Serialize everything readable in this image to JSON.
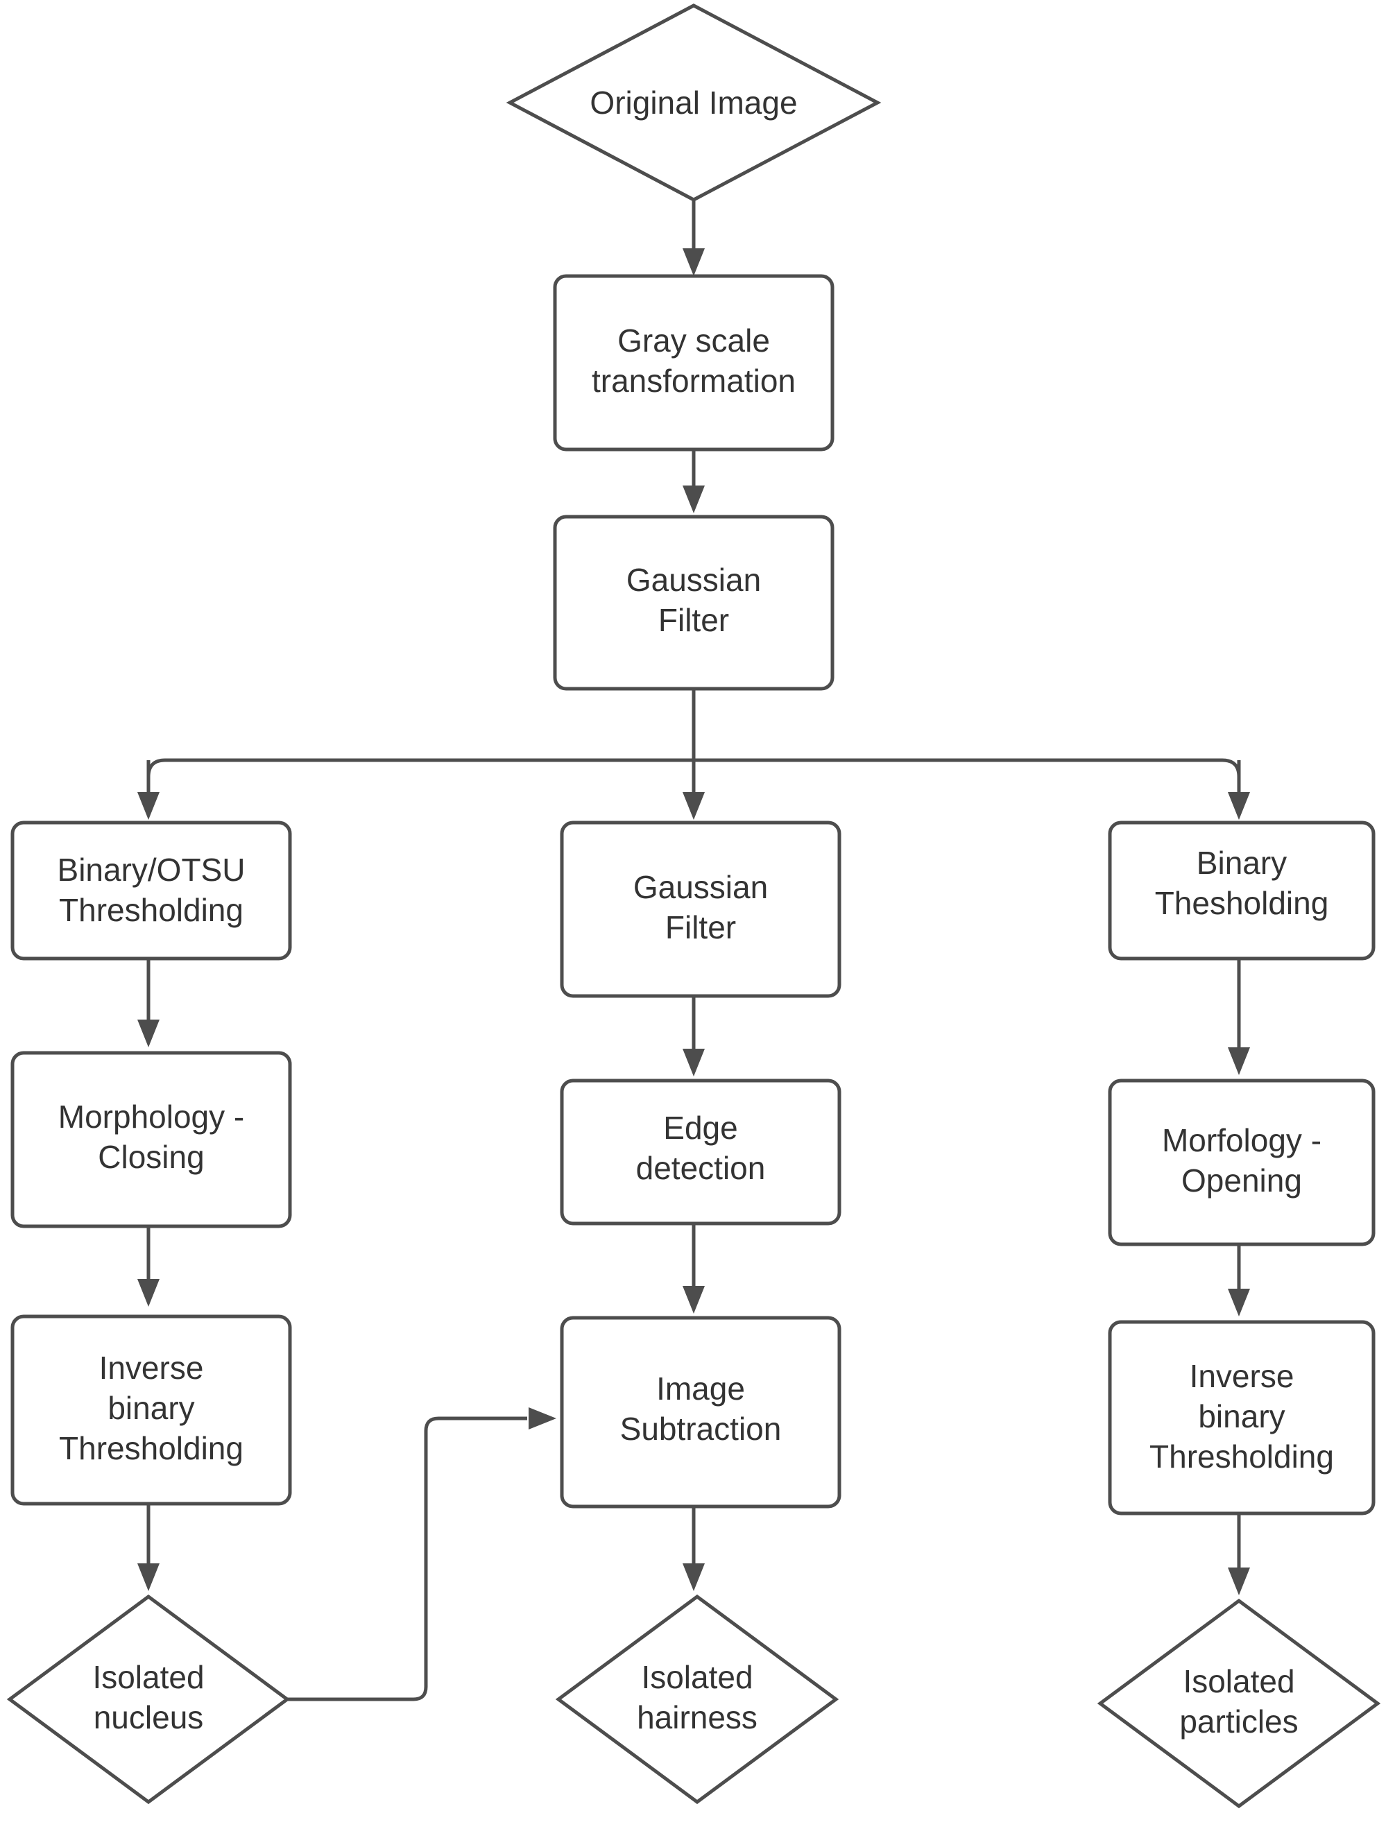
{
  "diagram": {
    "title": "Image processing pipeline flowchart",
    "colors": {
      "stroke": "#4d4d4d",
      "text": "#333333",
      "background": "#ffffff"
    },
    "nodes": {
      "original_image": {
        "label": "Original Image",
        "shape": "diamond"
      },
      "gray_scale": {
        "line1": "Gray scale",
        "line2": "transformation",
        "shape": "rect"
      },
      "gaussian_filter_main": {
        "line1": "Gaussian",
        "line2": "Filter",
        "shape": "rect"
      },
      "binary_otsu": {
        "line1": "Binary/OTSU",
        "line2": "Thresholding",
        "shape": "rect"
      },
      "gaussian_filter_mid": {
        "line1": "Gaussian",
        "line2": "Filter",
        "shape": "rect"
      },
      "binary_thresholding": {
        "line1": "Binary",
        "line2": "Thesholding",
        "shape": "rect"
      },
      "morphology_closing": {
        "line1": "Morphology -",
        "line2": "Closing",
        "shape": "rect"
      },
      "edge_detection": {
        "line1": "Edge",
        "line2": "detection",
        "shape": "rect"
      },
      "morfology_opening": {
        "line1": "Morfology -",
        "line2": "Opening",
        "shape": "rect"
      },
      "inverse_binary_left": {
        "line1": "Inverse",
        "line2": "binary",
        "line3": "Thresholding",
        "shape": "rect"
      },
      "image_subtraction": {
        "line1": "Image",
        "line2": "Subtraction",
        "shape": "rect"
      },
      "inverse_binary_right": {
        "line1": "Inverse",
        "line2": "binary",
        "line3": "Thresholding",
        "shape": "rect"
      },
      "isolated_nucleus": {
        "line1": "Isolated",
        "line2": "nucleus",
        "shape": "diamond"
      },
      "isolated_hairness": {
        "line1": "Isolated",
        "line2": "hairness",
        "shape": "diamond"
      },
      "isolated_particles": {
        "line1": "Isolated",
        "line2": "particles",
        "shape": "diamond"
      }
    },
    "edges": [
      {
        "from": "original_image",
        "to": "gray_scale"
      },
      {
        "from": "gray_scale",
        "to": "gaussian_filter_main"
      },
      {
        "from": "gaussian_filter_main",
        "to": "binary_otsu"
      },
      {
        "from": "gaussian_filter_main",
        "to": "gaussian_filter_mid"
      },
      {
        "from": "gaussian_filter_main",
        "to": "binary_thresholding"
      },
      {
        "from": "binary_otsu",
        "to": "morphology_closing"
      },
      {
        "from": "gaussian_filter_mid",
        "to": "edge_detection"
      },
      {
        "from": "binary_thresholding",
        "to": "morfology_opening"
      },
      {
        "from": "morphology_closing",
        "to": "inverse_binary_left"
      },
      {
        "from": "edge_detection",
        "to": "image_subtraction"
      },
      {
        "from": "morfology_opening",
        "to": "inverse_binary_right"
      },
      {
        "from": "inverse_binary_left",
        "to": "isolated_nucleus"
      },
      {
        "from": "image_subtraction",
        "to": "isolated_hairness"
      },
      {
        "from": "inverse_binary_right",
        "to": "isolated_particles"
      },
      {
        "from": "isolated_nucleus",
        "to": "image_subtraction"
      }
    ]
  }
}
